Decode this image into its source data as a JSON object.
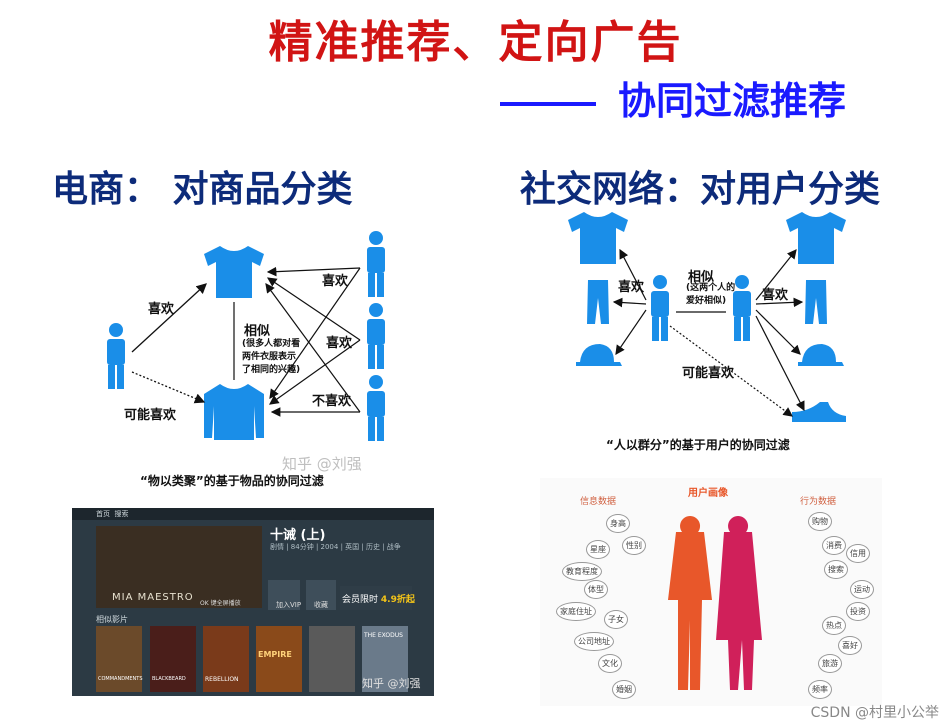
{
  "title": "精准推荐、定向广告",
  "subtitle": "协同过滤推荐",
  "left_section": {
    "heading": "电商： 对商品分类",
    "likes": "喜欢",
    "maybe_likes": "可能喜欢",
    "similar": "相似",
    "similar_note": [
      "(很多人都对看",
      "两件衣服表示",
      "了相同的兴趣)"
    ],
    "user_like_1": "喜欢",
    "user_like_2": "喜欢",
    "user_dislike": "不喜欢",
    "watermark": "知乎 @刘强",
    "caption": "“物以类聚”的基于物品的协同过滤"
  },
  "right_section": {
    "heading": "社交网络：对用户分类",
    "likes_left": "喜欢",
    "likes_right": "喜欢",
    "similar": "相似",
    "similar_note": [
      "(这两个人的",
      "爱好相似)"
    ],
    "maybe_likes": "可能喜欢",
    "caption": "“人以群分”的基于用户的协同过滤"
  },
  "tv_screenshot": {
    "nav": [
      "首页",
      "搜索"
    ],
    "movie_title": "十诫 (上)",
    "movie_info": "剧情 | 84分钟 | 2004 | 英国 | 历史 | 战争",
    "poster_text": "MIA MAESTRO",
    "poster_sub": "OK 键全屏播放",
    "fav_button": "收藏",
    "vip_button": "加入VIP",
    "price_prefix": "会员限时",
    "price": "4.9折起",
    "related_heading": "相似影片",
    "posters": [
      "COMMANDMENTS",
      "BLACKBEARD",
      "REBELLION",
      "EMPIRE",
      "",
      "THE EXODUS"
    ],
    "watermark": "知乎 @刘强"
  },
  "persona_image": {
    "title": "用户画像",
    "left_group": "信息数据",
    "right_group": "行为数据",
    "left_tags": [
      "身高",
      "性别",
      "星座",
      "教育程度",
      "体型",
      "家庭住址",
      "子女",
      "公司地址",
      "文化",
      "婚姻"
    ],
    "right_tags": [
      "购物",
      "消费",
      "信用",
      "搜索",
      "运动",
      "投资",
      "热点",
      "喜好",
      "旅游",
      "频率"
    ]
  },
  "footer": "CSDN @村里小公举",
  "colors": {
    "title": "#d11414",
    "subtitle": "#1a1aff",
    "section": "#0d2b7a",
    "icon": "#1a8ee8"
  }
}
